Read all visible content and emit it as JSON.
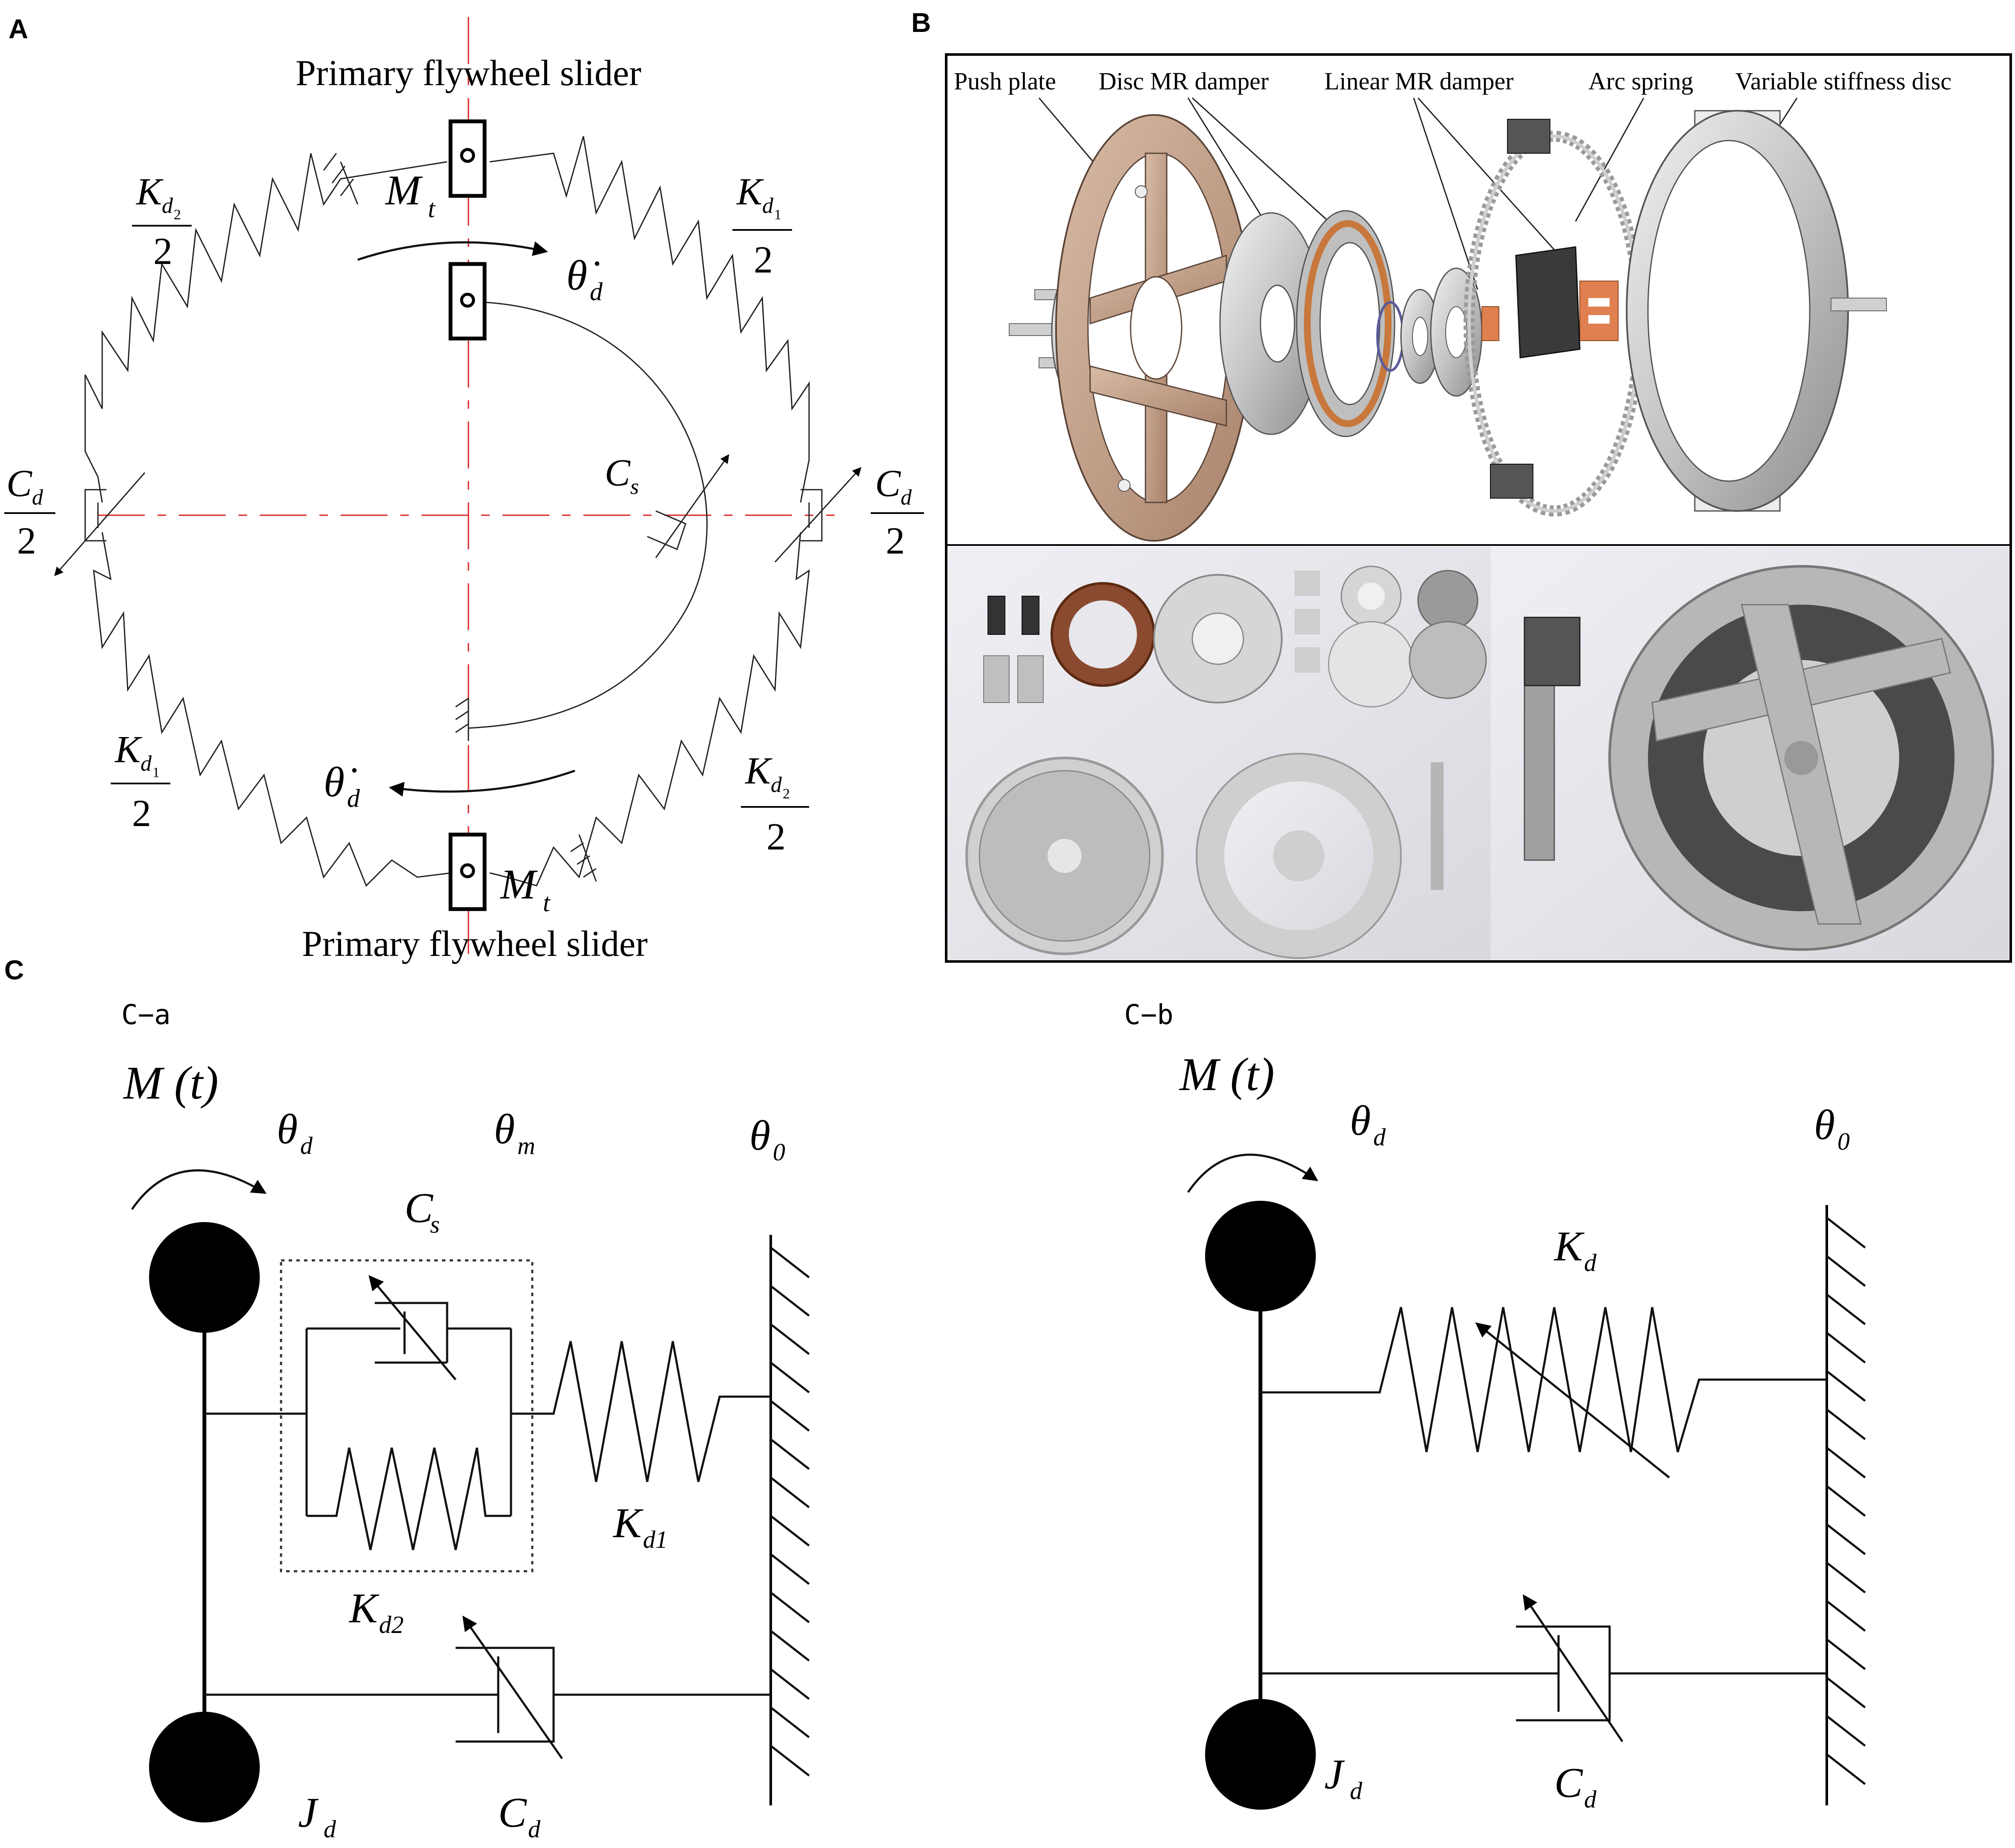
{
  "panels": {
    "a": {
      "letter": "A",
      "slider_label_top": "Primary flywheel slider",
      "slider_label_bottom": "Primary flywheel slider",
      "torque_symbol": "M",
      "torque_sub": "t",
      "angle_symbol": "θ̇",
      "angle_sub": "d",
      "stiffness_symbol": "K",
      "stiffness_sub": "d",
      "sub_one": "1",
      "sub_two": "2",
      "denominator": "2",
      "damping_symbol": "C",
      "damping_sub": "d",
      "semi_active_symbol": "C",
      "semi_active_sub": "s"
    },
    "b": {
      "letter": "B",
      "labels": [
        "Push plate",
        "Disc MR damper",
        "Linear MR damper",
        "Arc spring",
        "Variable stiffness disc"
      ]
    },
    "c": {
      "letter": "C",
      "ca": {
        "title": "C−a",
        "moment": "M (t)",
        "theta": "θ",
        "sub_d": "d",
        "sub_m": "m",
        "sub_0": "0",
        "cs_symbol": "C",
        "cs_sub": "s",
        "kd1_symbol": "K",
        "kd1_sub": "d1",
        "kd2_symbol": "K",
        "kd2_sub": "d2",
        "j_symbol": "J",
        "j_sub": "d",
        "cd_symbol": "C",
        "cd_sub": "d"
      },
      "cb": {
        "title": "C−b",
        "moment": "M (t)",
        "theta": "θ",
        "sub_d": "d",
        "sub_0": "0",
        "kd_symbol": "K",
        "kd_sub": "d",
        "j_symbol": "J",
        "j_sub": "d",
        "cd_symbol": "C",
        "cd_sub": "d"
      }
    }
  },
  "colors": {
    "line": "#111111",
    "centerline": "#d82020",
    "plate": "#c8a48c",
    "steel": "#d8d8d8",
    "copper": "#c8783c",
    "photo_bg": "#ecebf0"
  }
}
